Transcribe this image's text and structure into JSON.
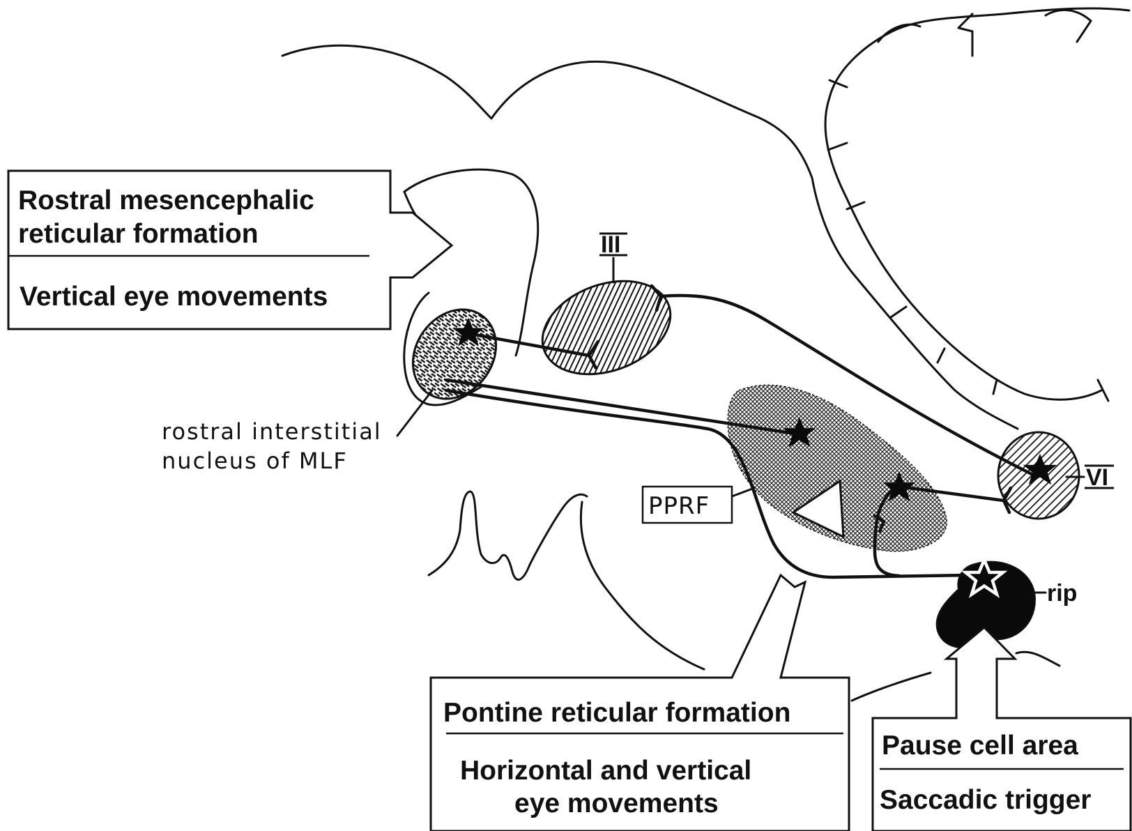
{
  "boxes": {
    "rostral_mesencephalic": {
      "title_line1": "Rostral mesencephalic",
      "title_line2": "reticular formation",
      "function": "Vertical eye movements"
    },
    "pontine": {
      "title": "Pontine reticular formation",
      "function_line1": "Horizontal and vertical",
      "function_line2": "eye movements"
    },
    "pause_cell": {
      "title": "Pause cell area",
      "function": "Saccadic trigger"
    }
  },
  "labels": {
    "riMLF_line1": "rostral interstitial",
    "riMLF_line2": "nucleus of MLF",
    "nucleus_III": "III",
    "nucleus_VI": "VI",
    "pprf": "PPRF",
    "rip": "rip"
  },
  "colors": {
    "ink": "#111111",
    "background": "#ffffff"
  }
}
